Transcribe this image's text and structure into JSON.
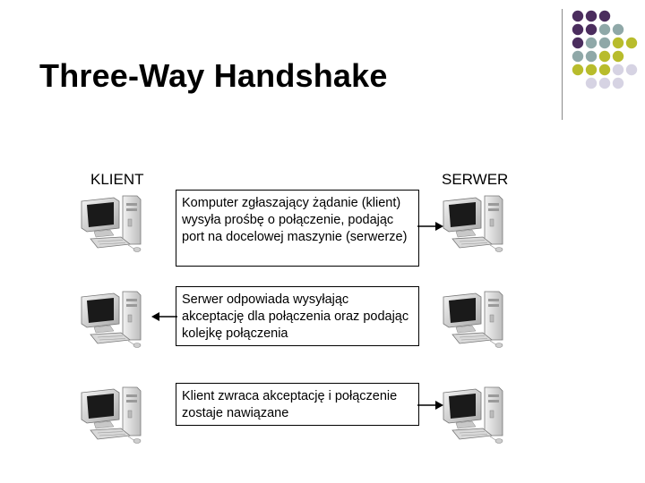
{
  "title": "Three-Way Handshake",
  "labels": {
    "client": "KLIENT",
    "server": "SERWER"
  },
  "steps": [
    {
      "text": "Komputer zgłaszający żądanie (klient) wysyła prośbę o połączenie, podając port na docelowej maszynie (serwerze)",
      "direction": "to-server"
    },
    {
      "text": "Serwer odpowiada wysyłając akceptację dla połączenia oraz podając kolejkę połączenia",
      "direction": "to-client"
    },
    {
      "text": "Klient zwraca akceptację i połączenie zostaje nawiązane",
      "direction": "to-server"
    }
  ],
  "decor_colors": {
    "purple": "#4b2d5e",
    "teal": "#8fa8a8",
    "olive": "#b8bc2c",
    "lavender": "#d6d3e3"
  },
  "icons": [
    "computer-icon",
    "arrow-icon"
  ]
}
